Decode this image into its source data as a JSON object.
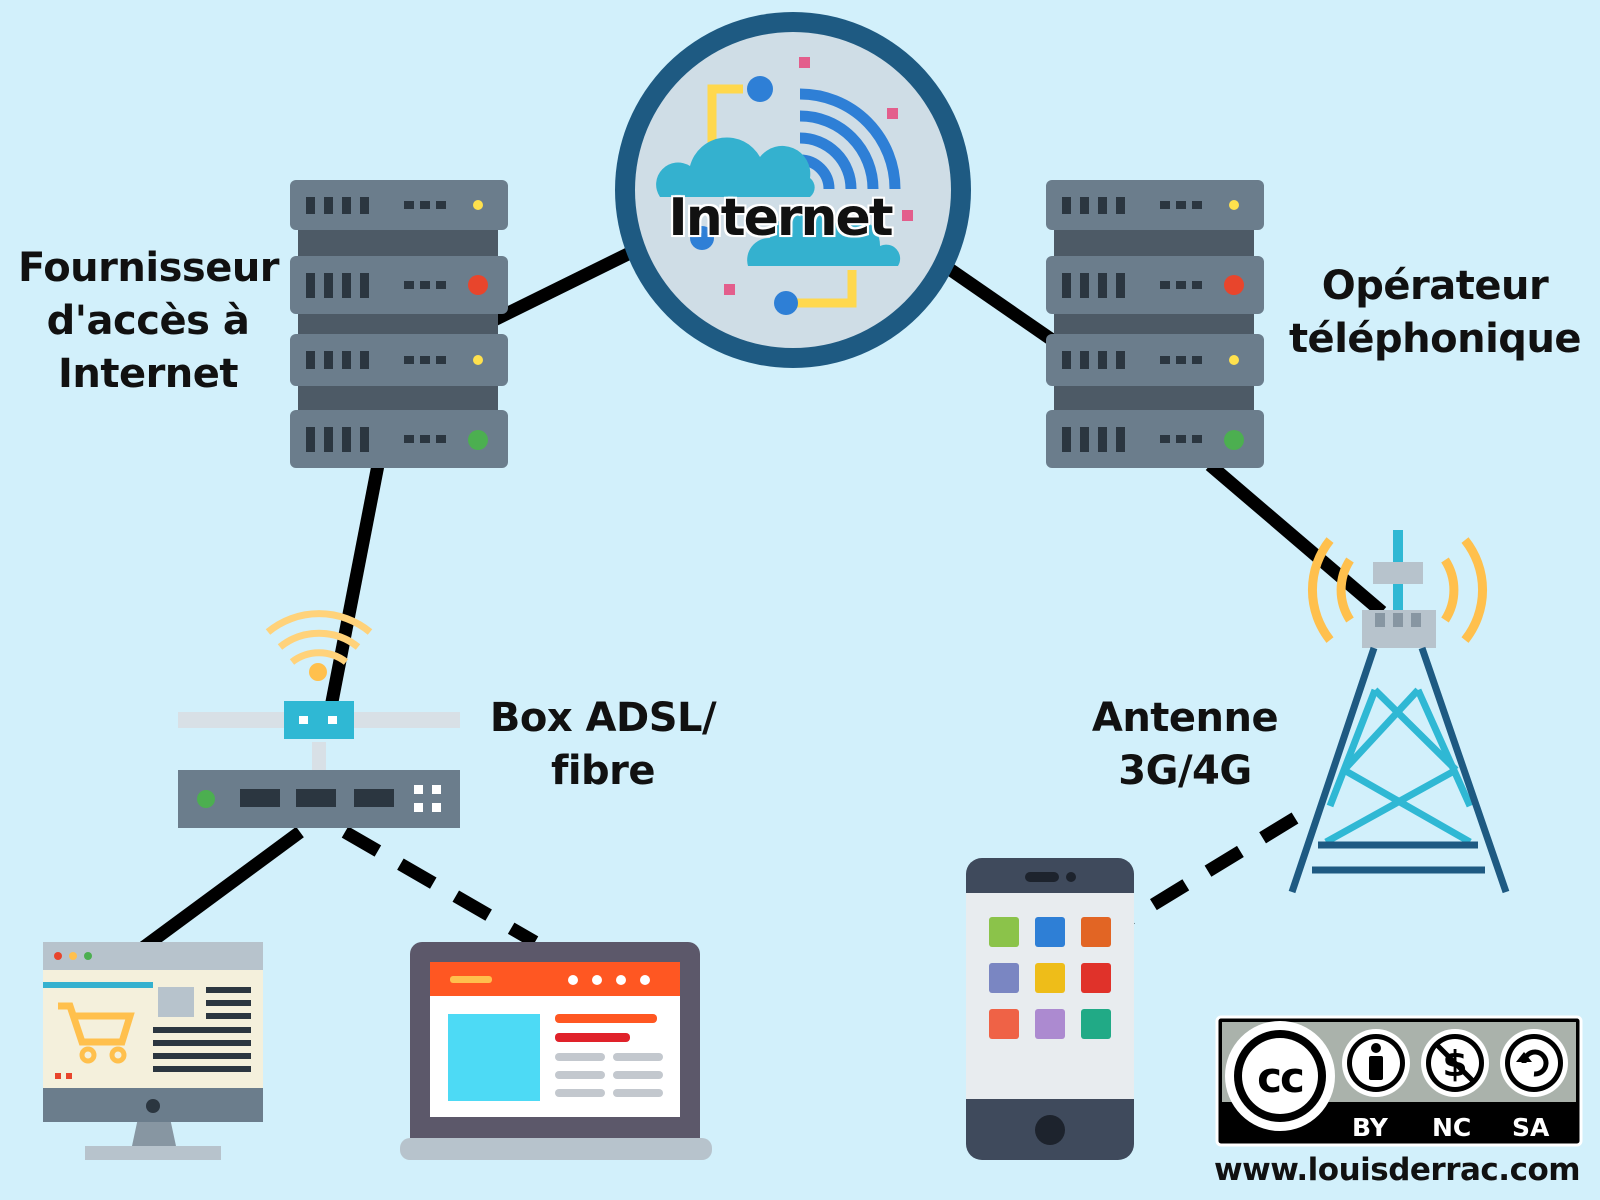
{
  "center": {
    "label": "Internet"
  },
  "isp": {
    "line1": "Fournisseur",
    "line2": "d'accès à",
    "line3": "Internet"
  },
  "operator": {
    "line1": "Opérateur",
    "line2": "téléphonique"
  },
  "box": {
    "line1": "Box ADSL/",
    "line2": "fibre"
  },
  "antenna": {
    "line1": "Antenne",
    "line2": "3G/4G"
  },
  "license": {
    "by": "BY",
    "nc": "NC",
    "sa": "SA",
    "url": "www.louisderrac.com"
  },
  "colors": {
    "background": "#d2f0fb",
    "server": "#6b7d8c",
    "globe_ring": "#1e5a82",
    "tower": "#2fb8d4",
    "signal": "#ffc04d",
    "laptop_bar": "#ff5722"
  }
}
